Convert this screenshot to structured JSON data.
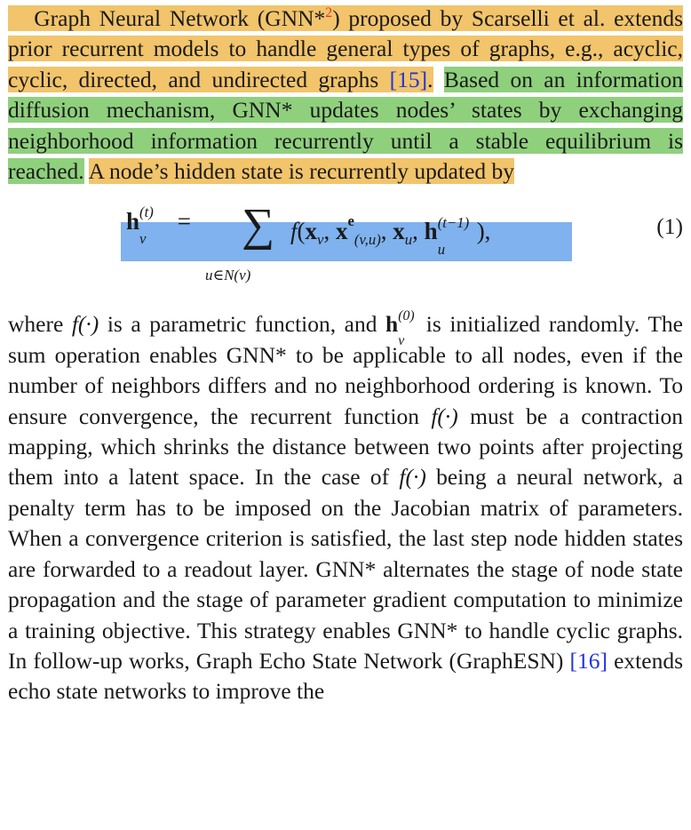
{
  "paragraph1": {
    "seg1_part1": "Graph Neural Network (GNN*",
    "seg1_footnote": "2",
    "seg1_part2": ") proposed by Scarselli et al. extends prior recurrent models to handle general types of graphs, e.g., acyclic, cyclic, directed, and undirected graphs",
    "seg1_ref": "[15]",
    "seg1_end": ".",
    "seg2": "Based on an information diffusion mechanism, GNN* updates nodes’ states by exchanging neighborhood information recurrently until a stable equilibrium is reached.",
    "seg3": "A node’s hidden state is recurrently updated by"
  },
  "equation": {
    "lhs_symbol": "h",
    "lhs_sub": "v",
    "lhs_sup": "(t)",
    "equals": "=",
    "sum_symbol": "∑",
    "sum_under": "u∈N(v)",
    "rhs": "f(x_v, x^e_(v,u), x_u, h_u^(t−1)),",
    "number": "(1)"
  },
  "paragraph2": {
    "part_a": "where ",
    "f_func": "f(·)",
    "part_b": " is a parametric function, and ",
    "h0_sym": "h",
    "h0_sub": "v",
    "h0_sup": "(0)",
    "part_c": " is initialized randomly. The sum operation enables GNN* to be applicable to all nodes, even if the number of neighbors differs and no neighborhood ordering is known. To ensure convergence, the recurrent function ",
    "f_func2": "f(·)",
    "part_d": " must be a contraction mapping, which shrinks the distance between two points after projecting them into a latent space. In the case of ",
    "f_func3": "f(·)",
    "part_e": " being a neural network, a penalty term has to be imposed on the Jacobian matrix of parameters. When a convergence criterion is satisfied, the last step node hidden states are forwarded to a readout layer. GNN* alternates the stage of node state propagation and the stage of parameter gradient computation to minimize a training objective. This strategy enables GNN* to handle cyclic graphs. In follow-up works, Graph Echo State Network (GraphESN) ",
    "ref16": "[16]",
    "part_f": " extends echo state networks to improve the"
  },
  "colors": {
    "highlight_orange": "#f2c46b",
    "highlight_green": "#8fd07d",
    "highlight_blue": "#7fb2ee",
    "reference_link": "#2233dd",
    "footnote_mark": "#e0342b"
  }
}
